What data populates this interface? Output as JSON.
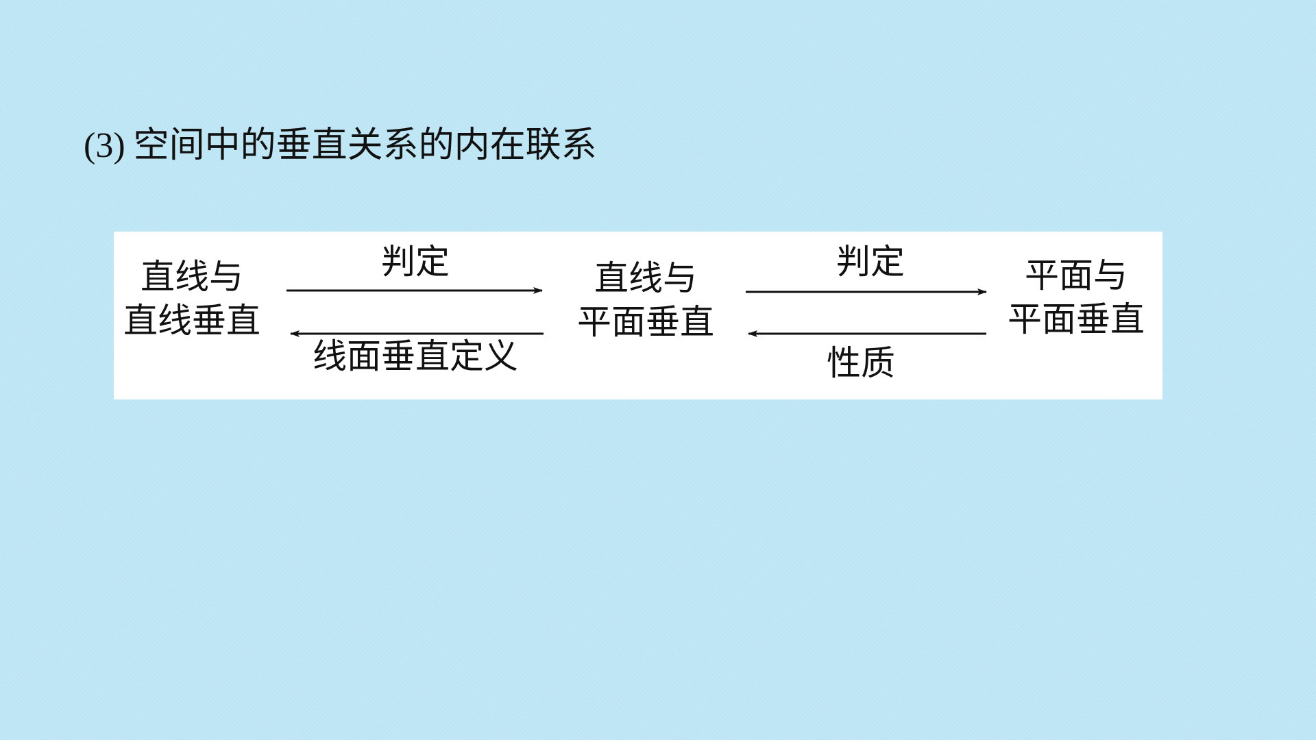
{
  "slide": {
    "title_prefix": "(3)",
    "title_text": "空间中的垂直关系的内在联系"
  },
  "diagram": {
    "nodes": [
      {
        "line1": "直线与",
        "line2": "直线垂直"
      },
      {
        "line1": "直线与",
        "line2": "平面垂直"
      },
      {
        "line1": "平面与",
        "line2": "平面垂直"
      }
    ],
    "edges": [
      {
        "label": "判定",
        "direction": "right"
      },
      {
        "label": "线面垂直定义",
        "direction": "left"
      },
      {
        "label": "判定",
        "direction": "right"
      },
      {
        "label": "性质",
        "direction": "left"
      }
    ]
  }
}
